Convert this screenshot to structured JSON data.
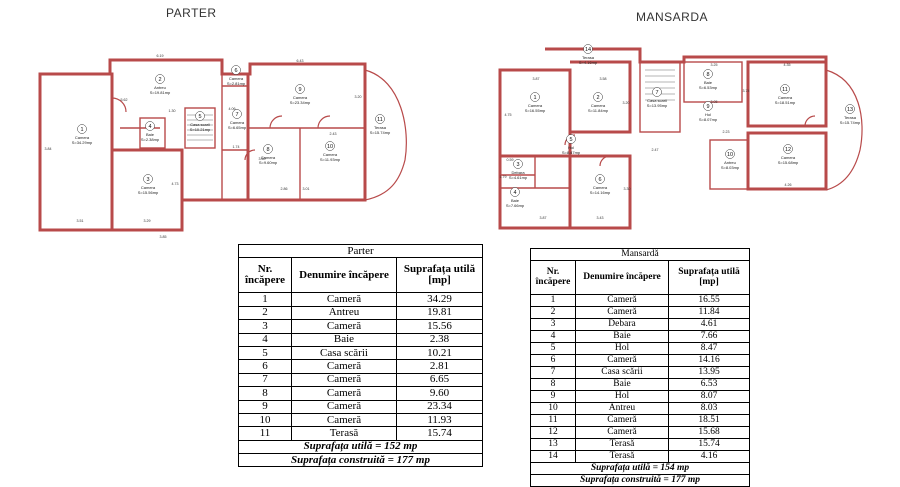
{
  "parter": {
    "title": "PARTER",
    "rooms": [
      {
        "n": "1",
        "name": "Camera",
        "area": "S=34.29mp"
      },
      {
        "n": "2",
        "name": "Antreu",
        "area": "S=19.81mp"
      },
      {
        "n": "3",
        "name": "Camera",
        "area": "S=15.56mp"
      },
      {
        "n": "4",
        "name": "Baie",
        "area": "S=2.38mp"
      },
      {
        "n": "5",
        "name": "Casa scarii",
        "area": "S=10.21mp"
      },
      {
        "n": "6",
        "name": "Camera",
        "area": "S=2.81mp"
      },
      {
        "n": "7",
        "name": "Camera",
        "area": "S=6.65mp"
      },
      {
        "n": "8",
        "name": "Camera",
        "area": "S=9.60mp"
      },
      {
        "n": "9",
        "name": "Camera",
        "area": "S=23.34mp"
      },
      {
        "n": "10",
        "name": "Camera",
        "area": "S=11.93mp"
      },
      {
        "n": "11",
        "name": "Terasa",
        "area": "S=15.74mp"
      }
    ],
    "dims": [
      "6.19",
      "3.84",
      "1.30",
      "5.62",
      "4.06",
      "3.85",
      "1.74",
      "6.43",
      "3.20",
      "3.60",
      "2.43",
      "3.51",
      "3.29",
      "2.86",
      "4.73",
      "3.01"
    ]
  },
  "mansarda": {
    "title": "MANSARDA",
    "rooms": [
      {
        "n": "1",
        "name": "Camera",
        "area": "S=16.55mp"
      },
      {
        "n": "2",
        "name": "Camera",
        "area": "S=11.84mp"
      },
      {
        "n": "3",
        "name": "Debara",
        "area": "S=4.61mp"
      },
      {
        "n": "4",
        "name": "Baie",
        "area": "S=7.66mp"
      },
      {
        "n": "5",
        "name": "Hol",
        "area": "S=8.47mp"
      },
      {
        "n": "6",
        "name": "Camera",
        "area": "S=14.16mp"
      },
      {
        "n": "7",
        "name": "Casa scarii",
        "area": "S=13.95mp"
      },
      {
        "n": "8",
        "name": "Baie",
        "area": "S=6.53mp"
      },
      {
        "n": "9",
        "name": "Hol",
        "area": "S=8.07mp"
      },
      {
        "n": "10",
        "name": "Antreu",
        "area": "S=8.03mp"
      },
      {
        "n": "11",
        "name": "Camera",
        "area": "S=18.51mp"
      },
      {
        "n": "12",
        "name": "Camera",
        "area": "S=15.68mp"
      },
      {
        "n": "13",
        "name": "Terasa",
        "area": "S=15.74mp"
      },
      {
        "n": "14",
        "name": "Terasa",
        "area": "S=4.16mp"
      }
    ],
    "dims": [
      "3.87",
      "3.58",
      "4.35",
      "3.25",
      "4.75",
      "3.05",
      "3.20",
      "3.74",
      "2.47",
      "2.23",
      "3.87",
      "3.43",
      "4.26",
      "0.59",
      "1.79",
      "3.30"
    ]
  },
  "table_parter": {
    "caption": "Parter",
    "headers": [
      "Nr. încăpere",
      "Denumire încăpere",
      "Suprafața utilă [mp]"
    ],
    "rows": [
      [
        "1",
        "Cameră",
        "34.29"
      ],
      [
        "2",
        "Antreu",
        "19.81"
      ],
      [
        "3",
        "Cameră",
        "15.56"
      ],
      [
        "4",
        "Baie",
        "2.38"
      ],
      [
        "5",
        "Casa scării",
        "10.21"
      ],
      [
        "6",
        "Cameră",
        "2.81"
      ],
      [
        "7",
        "Cameră",
        "6.65"
      ],
      [
        "8",
        "Cameră",
        "9.60"
      ],
      [
        "9",
        "Cameră",
        "23.34"
      ],
      [
        "10",
        "Cameră",
        "11.93"
      ],
      [
        "11",
        "Terasă",
        "15.74"
      ]
    ],
    "total_useful": "Suprafața utilă = 152 mp",
    "total_built": "Suprafața construită = 177 mp"
  },
  "table_mansarda": {
    "caption": "Mansardă",
    "headers": [
      "Nr. încăpere",
      "Denumire încăpere",
      "Suprafața utilă [mp]"
    ],
    "rows": [
      [
        "1",
        "Cameră",
        "16.55"
      ],
      [
        "2",
        "Cameră",
        "11.84"
      ],
      [
        "3",
        "Debara",
        "4.61"
      ],
      [
        "4",
        "Baie",
        "7.66"
      ],
      [
        "5",
        "Hol",
        "8.47"
      ],
      [
        "6",
        "Cameră",
        "14.16"
      ],
      [
        "7",
        "Casa scării",
        "13.95"
      ],
      [
        "8",
        "Baie",
        "6.53"
      ],
      [
        "9",
        "Hol",
        "8.07"
      ],
      [
        "10",
        "Antreu",
        "8.03"
      ],
      [
        "11",
        "Cameră",
        "18.51"
      ],
      [
        "12",
        "Cameră",
        "15.68"
      ],
      [
        "13",
        "Terasă",
        "15.74"
      ],
      [
        "14",
        "Terasă",
        "4.16"
      ]
    ],
    "total_useful": "Suprafața utilă = 154 mp",
    "total_built": "Suprafața construită = 177 mp"
  }
}
